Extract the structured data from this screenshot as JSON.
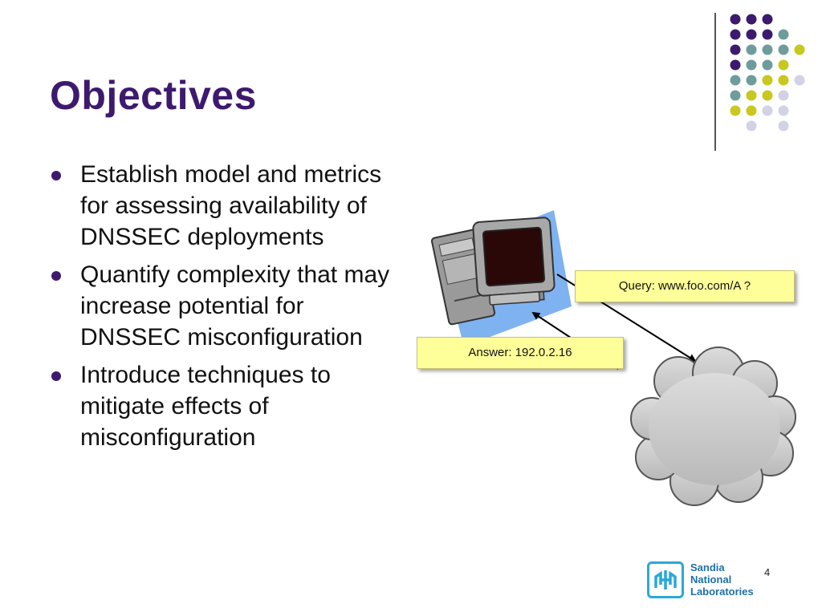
{
  "slide": {
    "title": "Objectives",
    "page_number": "4"
  },
  "bullets": [
    "Establish model and metrics for assessing availability of DNSSEC deployments",
    "Quantify complexity that may increase potential for DNSSEC misconfiguration",
    "Introduce techniques to mitigate effects of misconfiguration"
  ],
  "diagram": {
    "query_label": "Query: www.foo.com/A ?",
    "answer_label": "Answer: 192.0.2.16"
  },
  "logo": {
    "line1": "Sandia",
    "line2": "National",
    "line3": "Laboratories"
  },
  "colors": {
    "title": "#3d1a6e",
    "dot_purple": "#3d1a6e",
    "dot_teal": "#6e9c9c",
    "dot_lime": "#c8c81e",
    "dot_lavender": "#d2d2e6",
    "callout_fill": "#ffff99",
    "logo_blue": "#2aa8d8"
  }
}
